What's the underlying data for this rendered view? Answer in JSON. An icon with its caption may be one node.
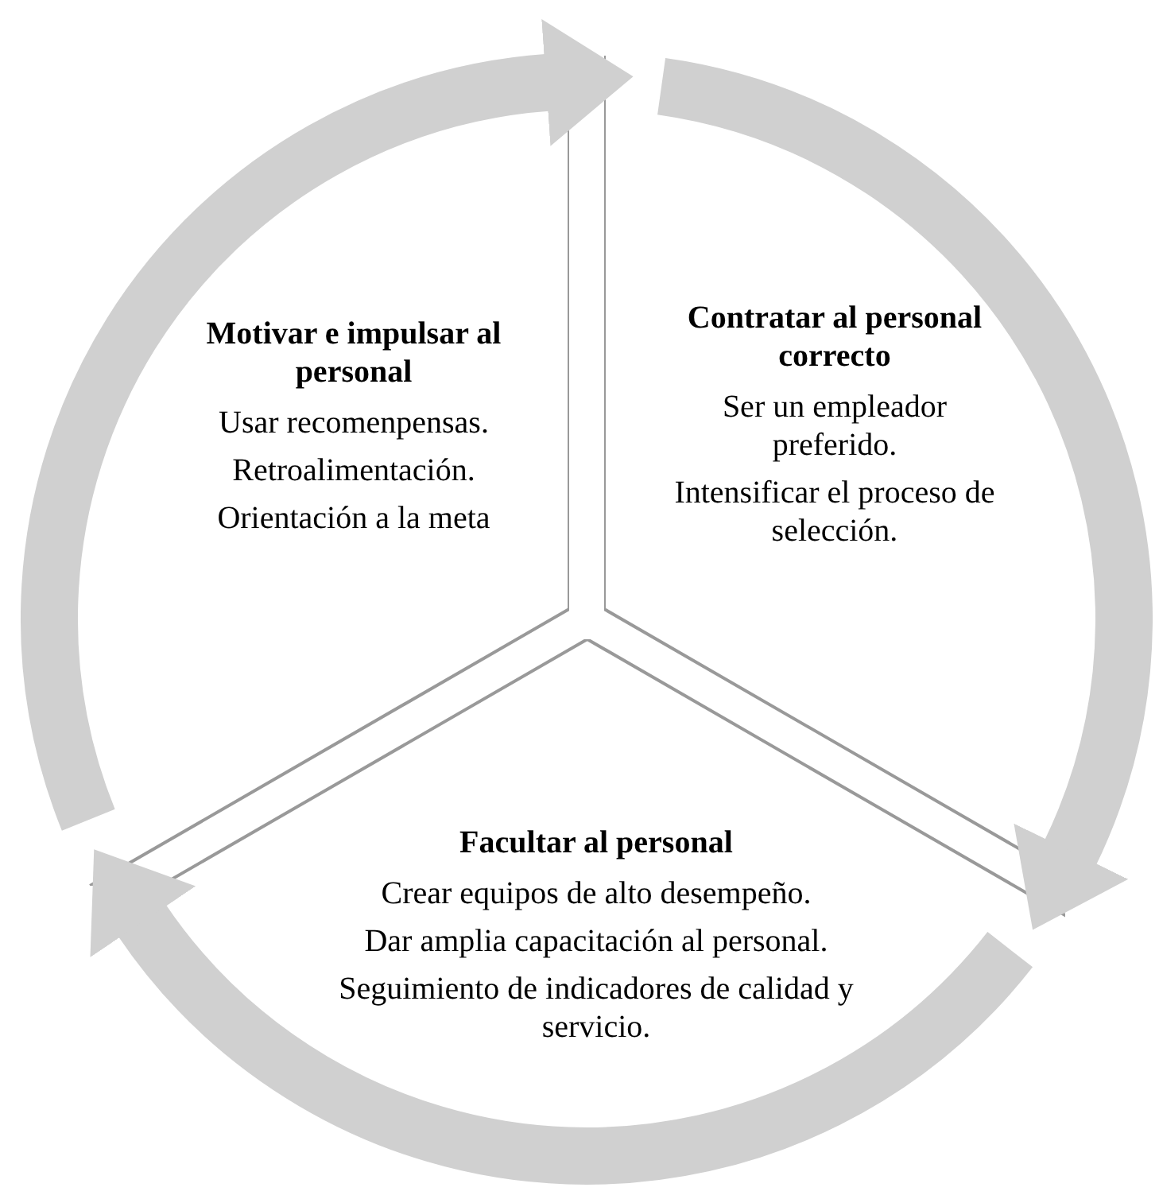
{
  "diagram": {
    "nodes": [
      {
        "text": [
          "Motivar e impulsar al personal",
          "Usar recomenpensas.",
          "Retroalimentación.",
          "Orientación a la meta"
        ]
      },
      {
        "text": [
          "Contratar al personal correcto",
          "Ser un empleador preferido.",
          "Intensificar el proceso de selección."
        ]
      },
      {
        "text": [
          "Facultar al personal",
          "Crear equipos de alto desempeño.",
          "Dar amplia capacitación al personal.",
          "Seguimiento de indicadores de calidad y servicio."
        ]
      }
    ],
    "edges": [
      {
        "from": 0,
        "to": 1,
        "arrow": "to"
      },
      {
        "from": 1,
        "to": 2,
        "arrow": "to"
      },
      {
        "from": 2,
        "to": 0,
        "arrow": "to"
      }
    ]
  }
}
